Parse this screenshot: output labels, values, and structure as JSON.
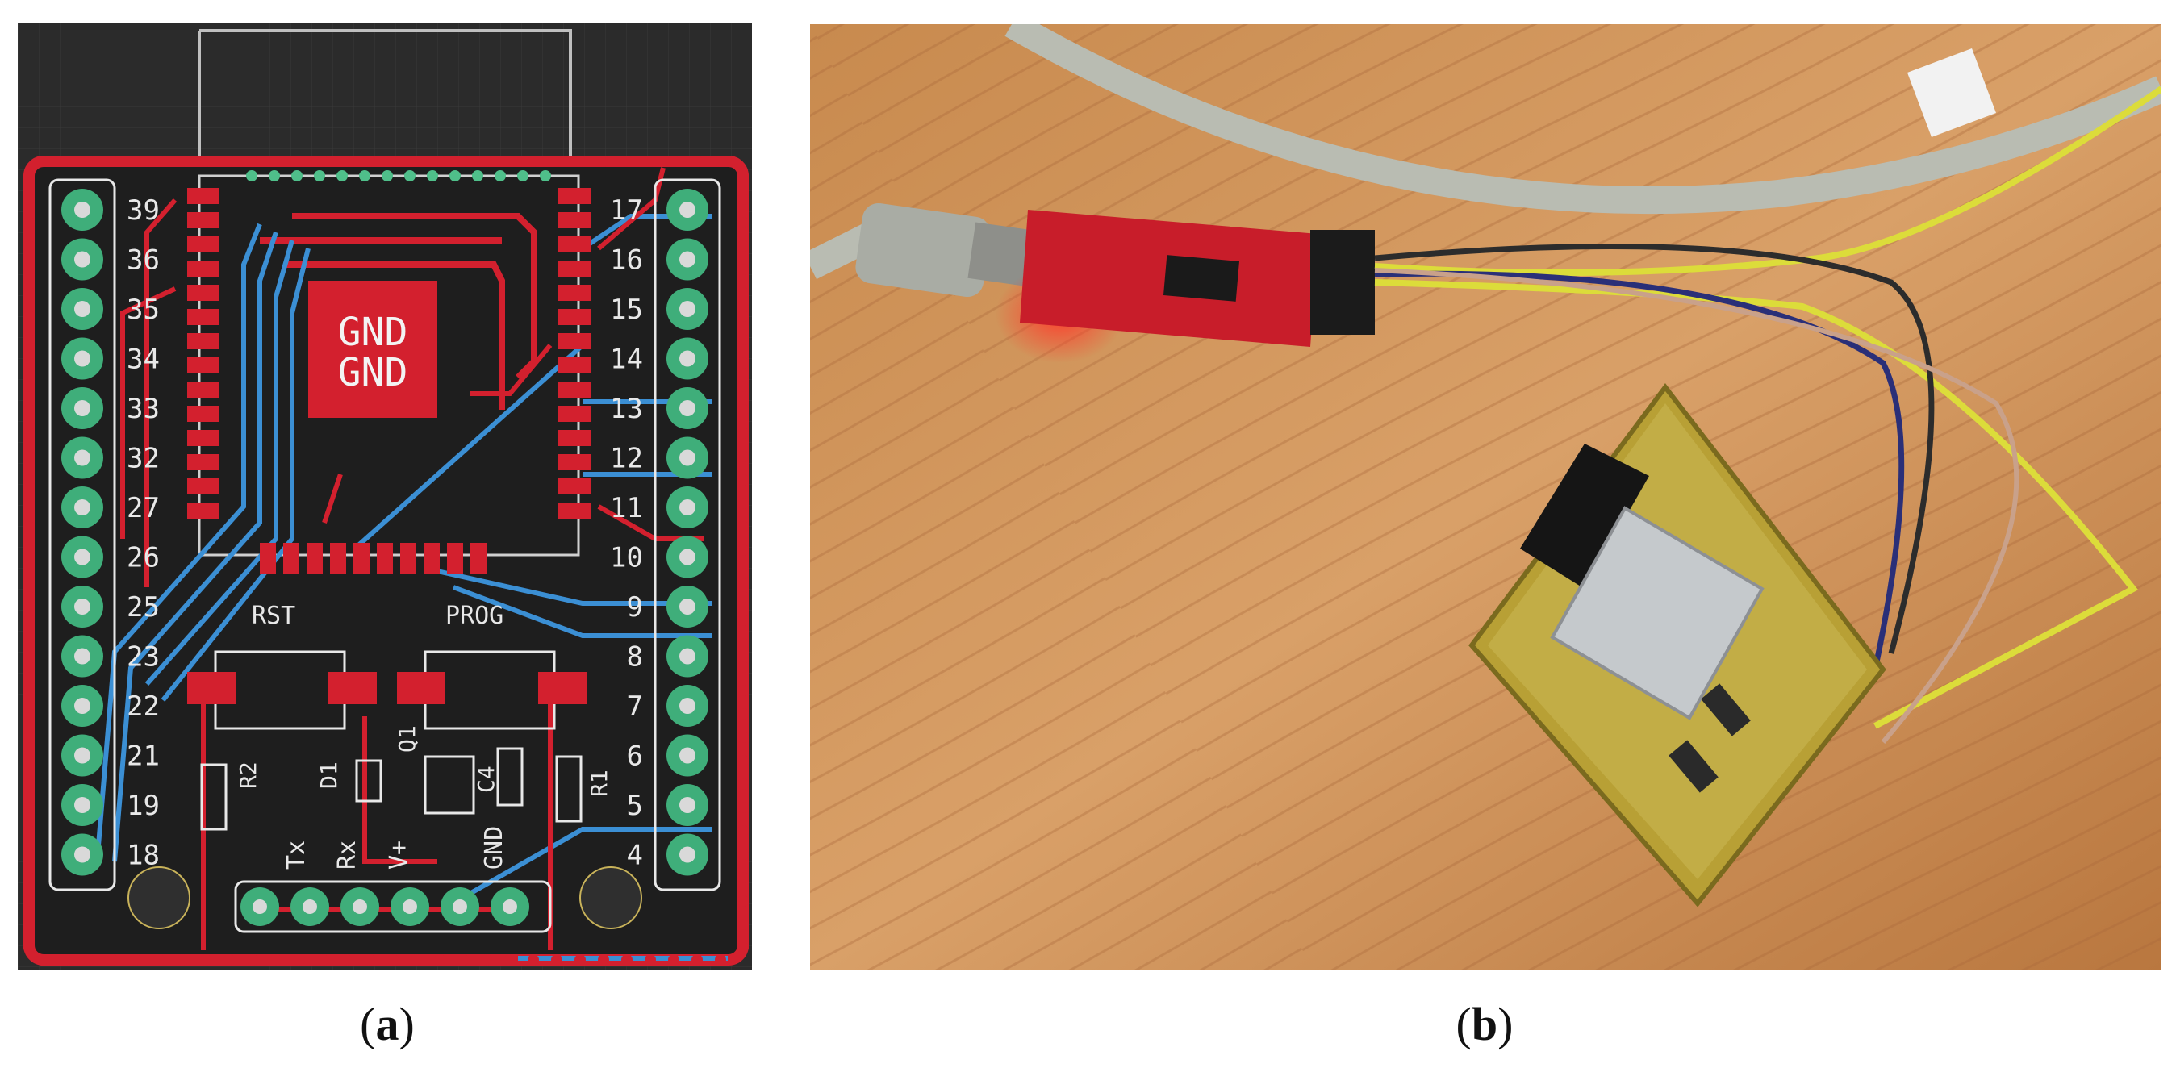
{
  "figure": {
    "caption_a": {
      "open": "(",
      "letter": "a",
      "close": ")"
    },
    "caption_b": {
      "open": "(",
      "letter": "b",
      "close": ")"
    }
  },
  "pcb": {
    "left_pins": [
      "39",
      "36",
      "35",
      "34",
      "33",
      "32",
      "27",
      "26",
      "25",
      "23",
      "22",
      "21",
      "19",
      "18"
    ],
    "right_pins": [
      "17",
      "16",
      "15",
      "14",
      "13",
      "12",
      "11",
      "10",
      "9",
      "8",
      "7",
      "6",
      "5",
      "4"
    ],
    "gnd_label_1": "GND",
    "gnd_label_2": "GND",
    "rst_label": "RST",
    "prog_label": "PROG",
    "r2_label": "R2",
    "d1_label": "D1",
    "q1_label": "Q1",
    "c4_label": "C4",
    "r1_label": "R1",
    "header_labels": [
      "Tx",
      "Rx",
      "V+",
      "GND"
    ],
    "colors": {
      "board_bg": "#2b2b2b",
      "copper_red": "#d3202e",
      "trace_blue": "#3b8fd4",
      "pad_green": "#3fae7a",
      "silk": "#e8e8e8"
    }
  }
}
